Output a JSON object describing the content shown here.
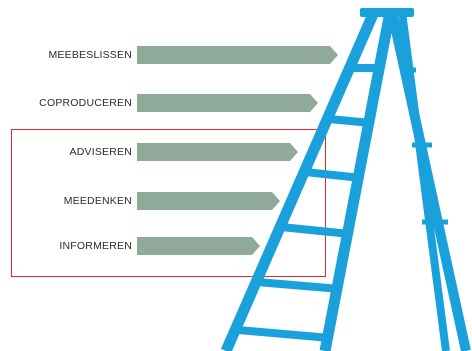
{
  "diagram": {
    "levels": [
      {
        "label": "MEEBESLISSEN"
      },
      {
        "label": "COPRODUCEREN"
      },
      {
        "label": "ADVISEREN"
      },
      {
        "label": "MEEDENKEN"
      },
      {
        "label": "INFORMEREN"
      }
    ],
    "highlighted_levels": [
      "ADVISEREN",
      "MEEDENKEN",
      "INFORMEREN"
    ],
    "colors": {
      "arrow": "#8fa99a",
      "ladder": "#1aa1dc",
      "highlight_box": "#e0282c",
      "label_text": "#2b2b2b"
    },
    "icons": [
      "ladder-icon"
    ]
  }
}
